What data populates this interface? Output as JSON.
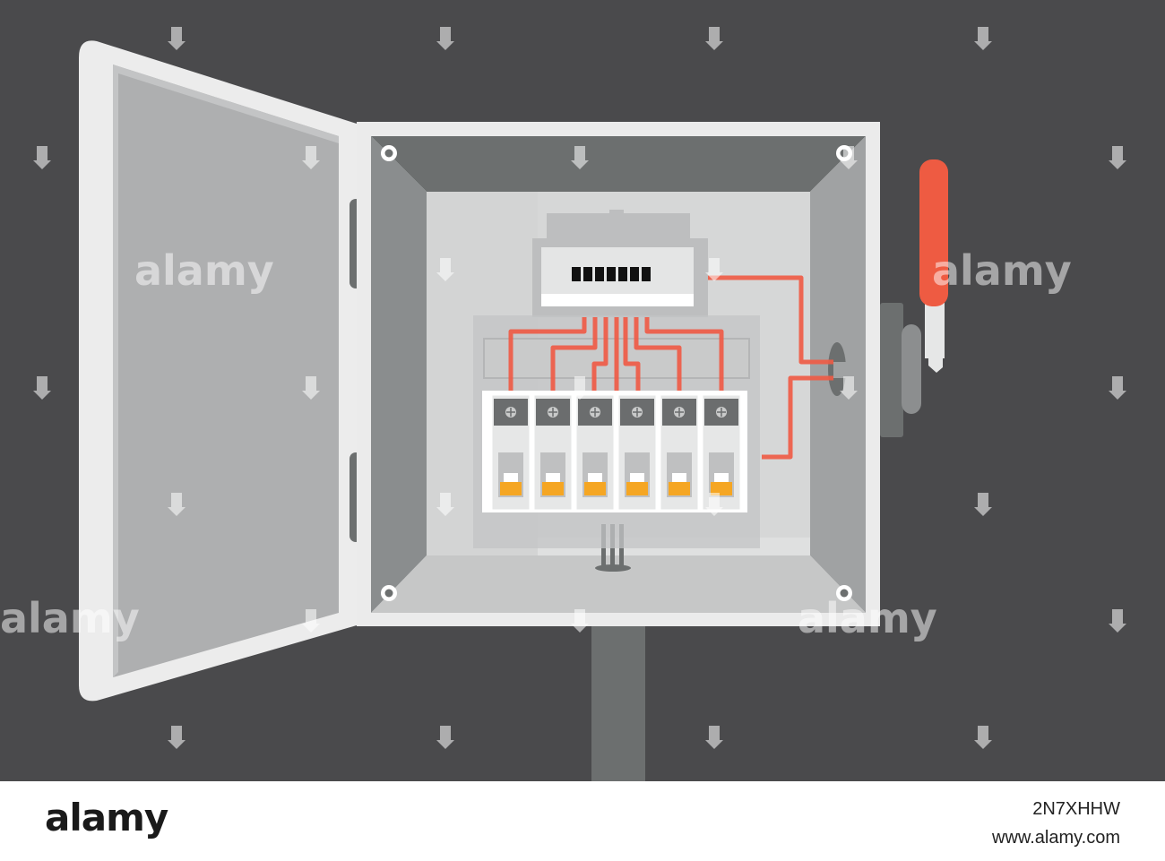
{
  "colors": {
    "background": "#4a4a4c",
    "door_frame": "#ececec",
    "door_panel": "#aeafb0",
    "box_frame": "#ebebeb",
    "box_inner_wall": "#6c6f6f",
    "box_back": "#d3d4d4",
    "wire": "#f05a44",
    "breaker_body": "#d6d7d7",
    "breaker_toggle": "#f5a623",
    "handle": "#ee5b42",
    "pole": "#6c6f6f"
  },
  "icons": {
    "watermark": "alamy-logo",
    "screw": "screw-head-icon",
    "handle": "disconnect-lever-icon"
  },
  "breaker_count": 6,
  "watermark": {
    "text": "alamy"
  },
  "footer": {
    "logo": "alamy",
    "image_id": "2N7XHHW",
    "url": "www.alamy.com"
  }
}
